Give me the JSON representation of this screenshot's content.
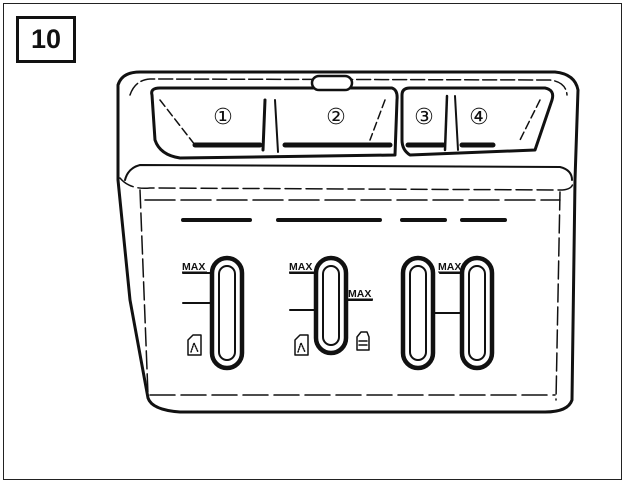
{
  "step_number": "10",
  "compartments": [
    {
      "label": "①"
    },
    {
      "label": "②"
    },
    {
      "label": "③"
    },
    {
      "label": "④"
    }
  ],
  "sliders": [
    {
      "top_label": "MAX"
    },
    {
      "top_label": "MAX",
      "side_label": "MAX"
    },
    {
      "top_label": "MAX"
    }
  ],
  "icons": [
    "detergent-powder-icon",
    "detergent-powder-icon",
    "liquid-detergent-icon"
  ]
}
